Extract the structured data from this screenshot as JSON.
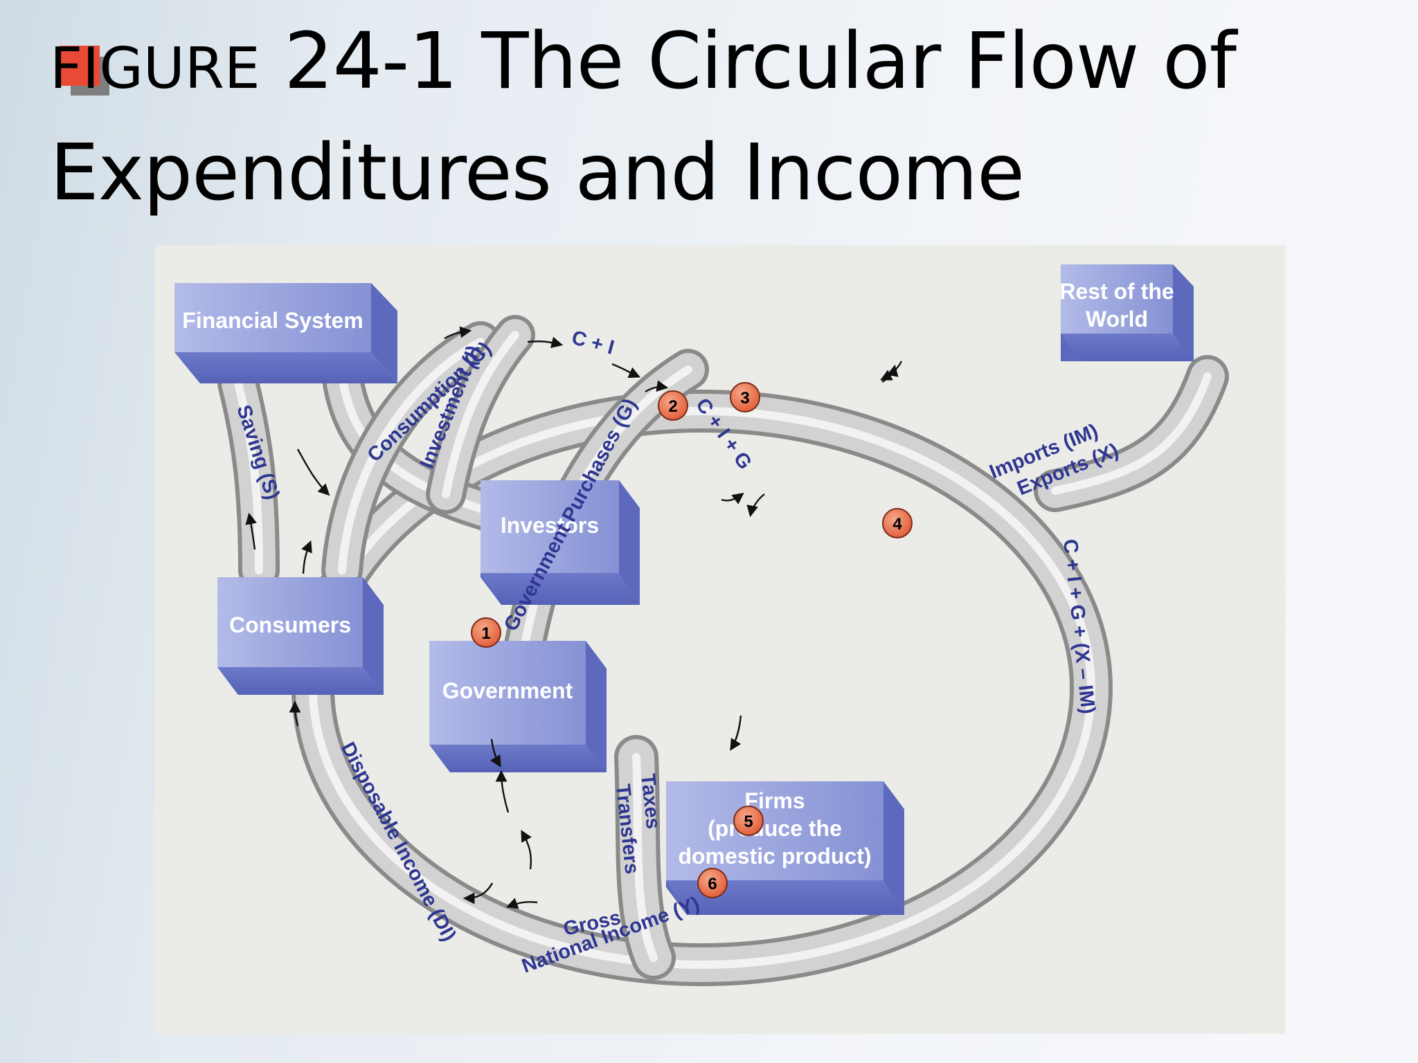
{
  "slide": {
    "title_prefix": "FIGURE",
    "title_main": " 24-1 The Circular Flow of Expenditures and Income"
  },
  "diagram": {
    "boxes": {
      "financial_system": "Financial System",
      "rest_of_world_1": "Rest of the",
      "rest_of_world_2": "World",
      "investors": "Investors",
      "consumers": "Consumers",
      "government": "Government",
      "firms_1": "Firms",
      "firms_2": "(produce the",
      "firms_3": "domestic product)"
    },
    "flows": {
      "saving": "Saving (S)",
      "consumption": "Consumption (C)",
      "investment": "Investment (I)",
      "c_plus_i": "C + I",
      "government_purchases": "Government Purchases (G)",
      "c_plus_i_plus_g": "C + I + G",
      "imports": "Imports (IM)",
      "exports": "Exports (X)",
      "c_plus_i_plus_g_plus_x_minus_im": "C + I + G + (X – IM)",
      "gross": "Gross",
      "national_income": "National Income (Y)",
      "taxes": "Taxes",
      "transfers": "Transfers",
      "disposable_income": "Disposable Income (DI)"
    },
    "numbers": [
      "1",
      "2",
      "3",
      "4",
      "5",
      "6"
    ],
    "colors": {
      "box_light": "#a9b2e3",
      "box_dark": "#5a67bd",
      "pipe": "#c9c9c9",
      "flow_text": "#2e3691",
      "marker": "#e8663f",
      "bullet": "#e84a36"
    }
  }
}
